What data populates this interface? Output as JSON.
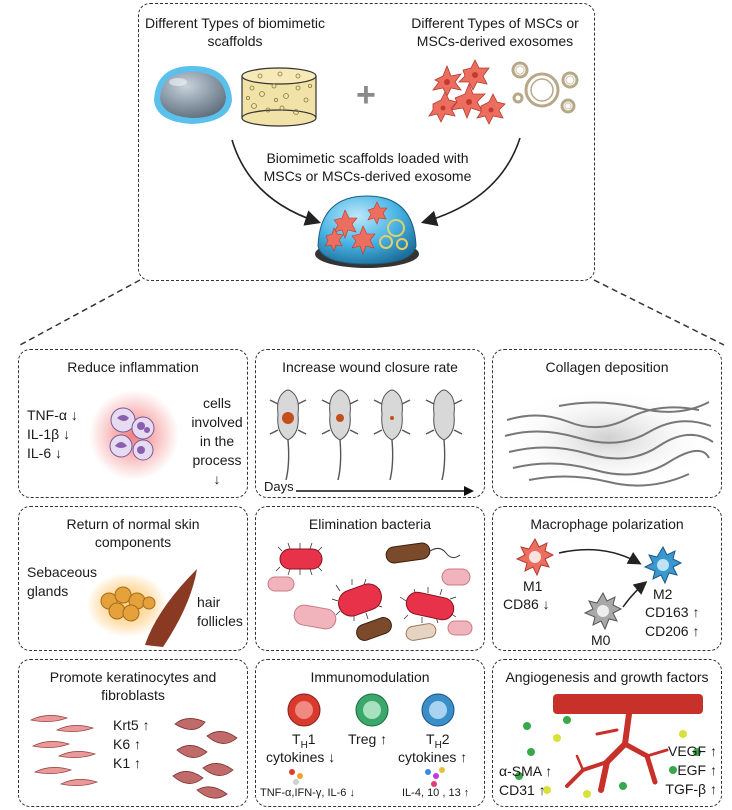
{
  "top": {
    "scaffolds_label": "Different Types of  biomimetic scaffolds",
    "mscs_label": "Different Types of MSCs or MSCs-derived exosomes",
    "plus": "+",
    "combined_label": "Biomimetic scaffolds loaded with MSCs or MSCs-derived exosome"
  },
  "panels": {
    "inflammation": {
      "title": "Reduce inflammation",
      "markers": [
        "TNF-α ↓",
        "IL-1β ↓",
        "IL-6 ↓"
      ],
      "cells_lines": [
        "cells",
        "involved",
        "in the",
        "process ↓"
      ]
    },
    "wound": {
      "title": "Increase wound closure rate",
      "axis": "Days"
    },
    "collagen": {
      "title": "Collagen deposition"
    },
    "skin": {
      "title_lines": [
        "Return of normal skin",
        "components"
      ],
      "sebaceous_lines": [
        "Sebaceous",
        "glands"
      ],
      "hair_lines": [
        "hair",
        "follicles"
      ]
    },
    "bacteria": {
      "title": "Elimination bacteria"
    },
    "macrophage": {
      "title": "Macrophage polarization",
      "m1": "M1",
      "m1_marker": "CD86 ↓",
      "m0": "M0",
      "m2": "M2",
      "m2_markers": [
        "CD163 ↑",
        "CD206 ↑"
      ]
    },
    "keratinocytes": {
      "title_lines": [
        "Promote keratinocytes and",
        "fibroblasts"
      ],
      "markers": [
        "Krt5 ↑",
        "K6 ↑",
        "K1 ↑"
      ]
    },
    "immuno": {
      "title": "Immunomodulation",
      "th1_main": "T",
      "th1_sub": "H",
      "th1_num": "1",
      "treg": "Treg ↑",
      "th2_main": "T",
      "th2_sub": "H",
      "th2_num": "2",
      "th1_cytokines": "cytokines ↓",
      "th2_cytokines": "cytokines ↑",
      "th1_list": "TNF-α,IFN-γ, IL-6 ↓",
      "th2_list": "IL-4, 10 , 13 ↑"
    },
    "angio": {
      "title": "Angiogenesis and growth factors",
      "left_markers": [
        "α-SMA ↑",
        "CD31 ↑"
      ],
      "right_markers": [
        "VEGF ↑",
        "EGF ↑",
        "TGF-β ↑"
      ]
    }
  },
  "colors": {
    "cell_red": "#e8675a",
    "scaffold_blue": "#3aa6d8",
    "blood_red": "#c8302a",
    "th1_red": "#d93a2e",
    "treg_green": "#3aa86a",
    "th2_blue": "#3b8fc9"
  }
}
